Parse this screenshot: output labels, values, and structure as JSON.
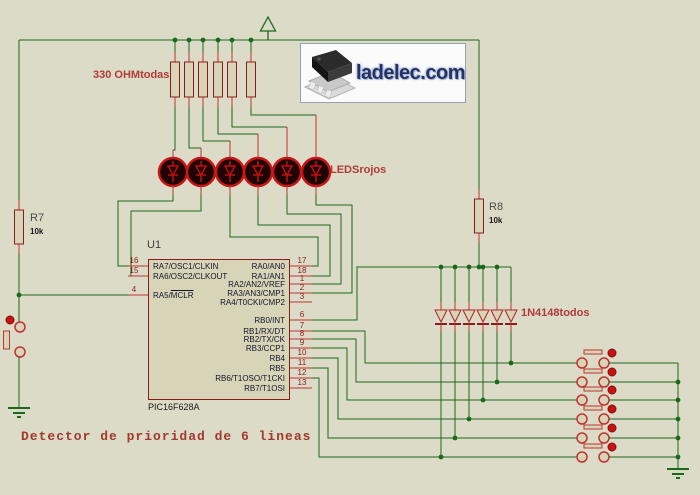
{
  "caption": "Detector de prioridad de 6 lineas",
  "logo": {
    "text": "ladelec.com"
  },
  "annotations": {
    "resistors_group": "330 OHMtodas",
    "leds_group": "LEDSrojos",
    "diodes_group": "1N4148todos"
  },
  "components": {
    "r7": {
      "ref": "R7",
      "value": "10k"
    },
    "r8": {
      "ref": "R8",
      "value": "10k"
    },
    "u1": {
      "ref": "U1",
      "part": "PIC16F628A",
      "left_pins": [
        {
          "num": "16",
          "name": "RA7/OSC1/CLKIN"
        },
        {
          "num": "15",
          "name": "RA6/OSC2/CLKOUT"
        },
        {
          "num": "4",
          "name": "RA5/MCLR",
          "overline": "MCLR"
        }
      ],
      "right_pins": [
        {
          "num": "17",
          "name": "RA0/AN0"
        },
        {
          "num": "18",
          "name": "RA1/AN1"
        },
        {
          "num": "1",
          "name": "RA2/AN2/VREF"
        },
        {
          "num": "2",
          "name": "RA3/AN3/CMP1"
        },
        {
          "num": "3",
          "name": "RA4/T0CKI/CMP2"
        },
        {
          "num": "6",
          "name": "RB0/INT"
        },
        {
          "num": "7",
          "name": "RB1/RX/DT"
        },
        {
          "num": "8",
          "name": "RB2/TX/CK"
        },
        {
          "num": "9",
          "name": "RB3/CCP1"
        },
        {
          "num": "10",
          "name": "RB4"
        },
        {
          "num": "11",
          "name": "RB5"
        },
        {
          "num": "12",
          "name": "RB6/T1OSO/T1CKI"
        },
        {
          "num": "13",
          "name": "RB7/T1OSI"
        }
      ]
    }
  },
  "counts": {
    "pullup_resistors": 6,
    "leds": 6,
    "diodes": 6,
    "switches": 6
  },
  "colors": {
    "background": "#DCDBC7",
    "wire": "#1B691B",
    "component_red": "#B23A3A",
    "logo_navy": "#27335F"
  }
}
